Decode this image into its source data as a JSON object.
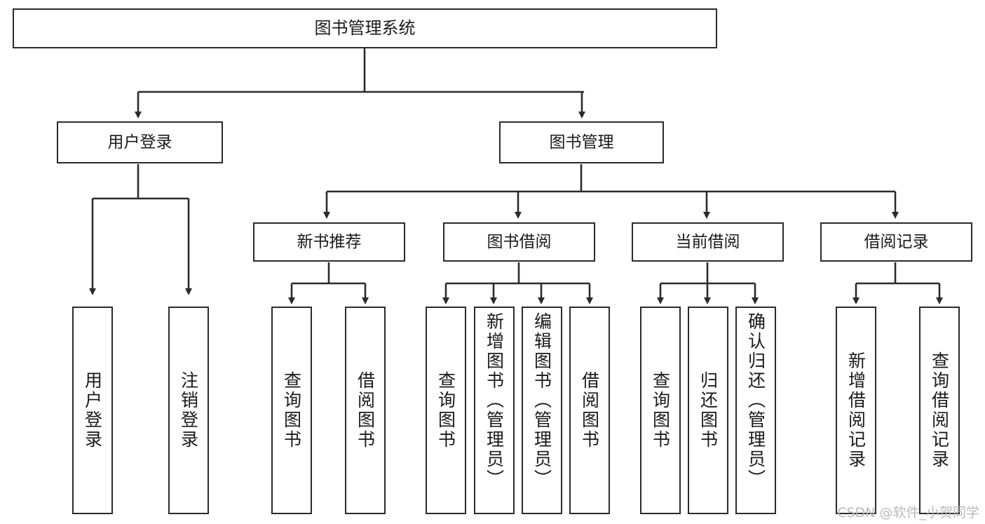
{
  "diagram": {
    "type": "tree",
    "title": "图书管理系统",
    "root": {
      "id": "root",
      "label": "图书管理系统"
    },
    "level2": [
      {
        "id": "user-login",
        "label": "用户登录"
      },
      {
        "id": "book-manage",
        "label": "图书管理"
      }
    ],
    "level3": [
      {
        "id": "new-book-rec",
        "label": "新书推荐",
        "parent": "book-manage"
      },
      {
        "id": "book-borrow",
        "label": "图书借阅",
        "parent": "book-manage"
      },
      {
        "id": "current-borrow",
        "label": "当前借阅",
        "parent": "book-manage"
      },
      {
        "id": "borrow-record",
        "label": "借阅记录",
        "parent": "book-manage"
      }
    ],
    "leaves": [
      {
        "id": "leaf-user-login",
        "label": "用户登录",
        "parent": "user-login"
      },
      {
        "id": "leaf-logout",
        "label": "注销登录",
        "parent": "user-login"
      },
      {
        "id": "leaf-query-book-1",
        "label": "查询图书",
        "parent": "new-book-rec"
      },
      {
        "id": "leaf-borrow-book-1",
        "label": "借阅图书",
        "parent": "new-book-rec"
      },
      {
        "id": "leaf-query-book-2",
        "label": "查询图书",
        "parent": "book-borrow"
      },
      {
        "id": "leaf-add-book",
        "label": "新增图书（管理员）",
        "parent": "book-borrow"
      },
      {
        "id": "leaf-edit-book",
        "label": "编辑图书（管理员）",
        "parent": "book-borrow"
      },
      {
        "id": "leaf-borrow-book-2",
        "label": "借阅图书",
        "parent": "book-borrow"
      },
      {
        "id": "leaf-query-book-3",
        "label": "查询图书",
        "parent": "current-borrow"
      },
      {
        "id": "leaf-return-book",
        "label": "归还图书",
        "parent": "current-borrow"
      },
      {
        "id": "leaf-confirm-return",
        "label": "确认归还（管理员）",
        "parent": "current-borrow"
      },
      {
        "id": "leaf-add-record",
        "label": "新增借阅记录",
        "parent": "borrow-record"
      },
      {
        "id": "leaf-query-record",
        "label": "查询借阅记录",
        "parent": "borrow-record"
      }
    ]
  },
  "watermark": {
    "text": "CSDN @软件_小贺同学"
  },
  "colors": {
    "border": "#2b2b2b",
    "background": "#ffffff",
    "text": "#1a1a1a",
    "watermark": "#b9b9b9"
  }
}
